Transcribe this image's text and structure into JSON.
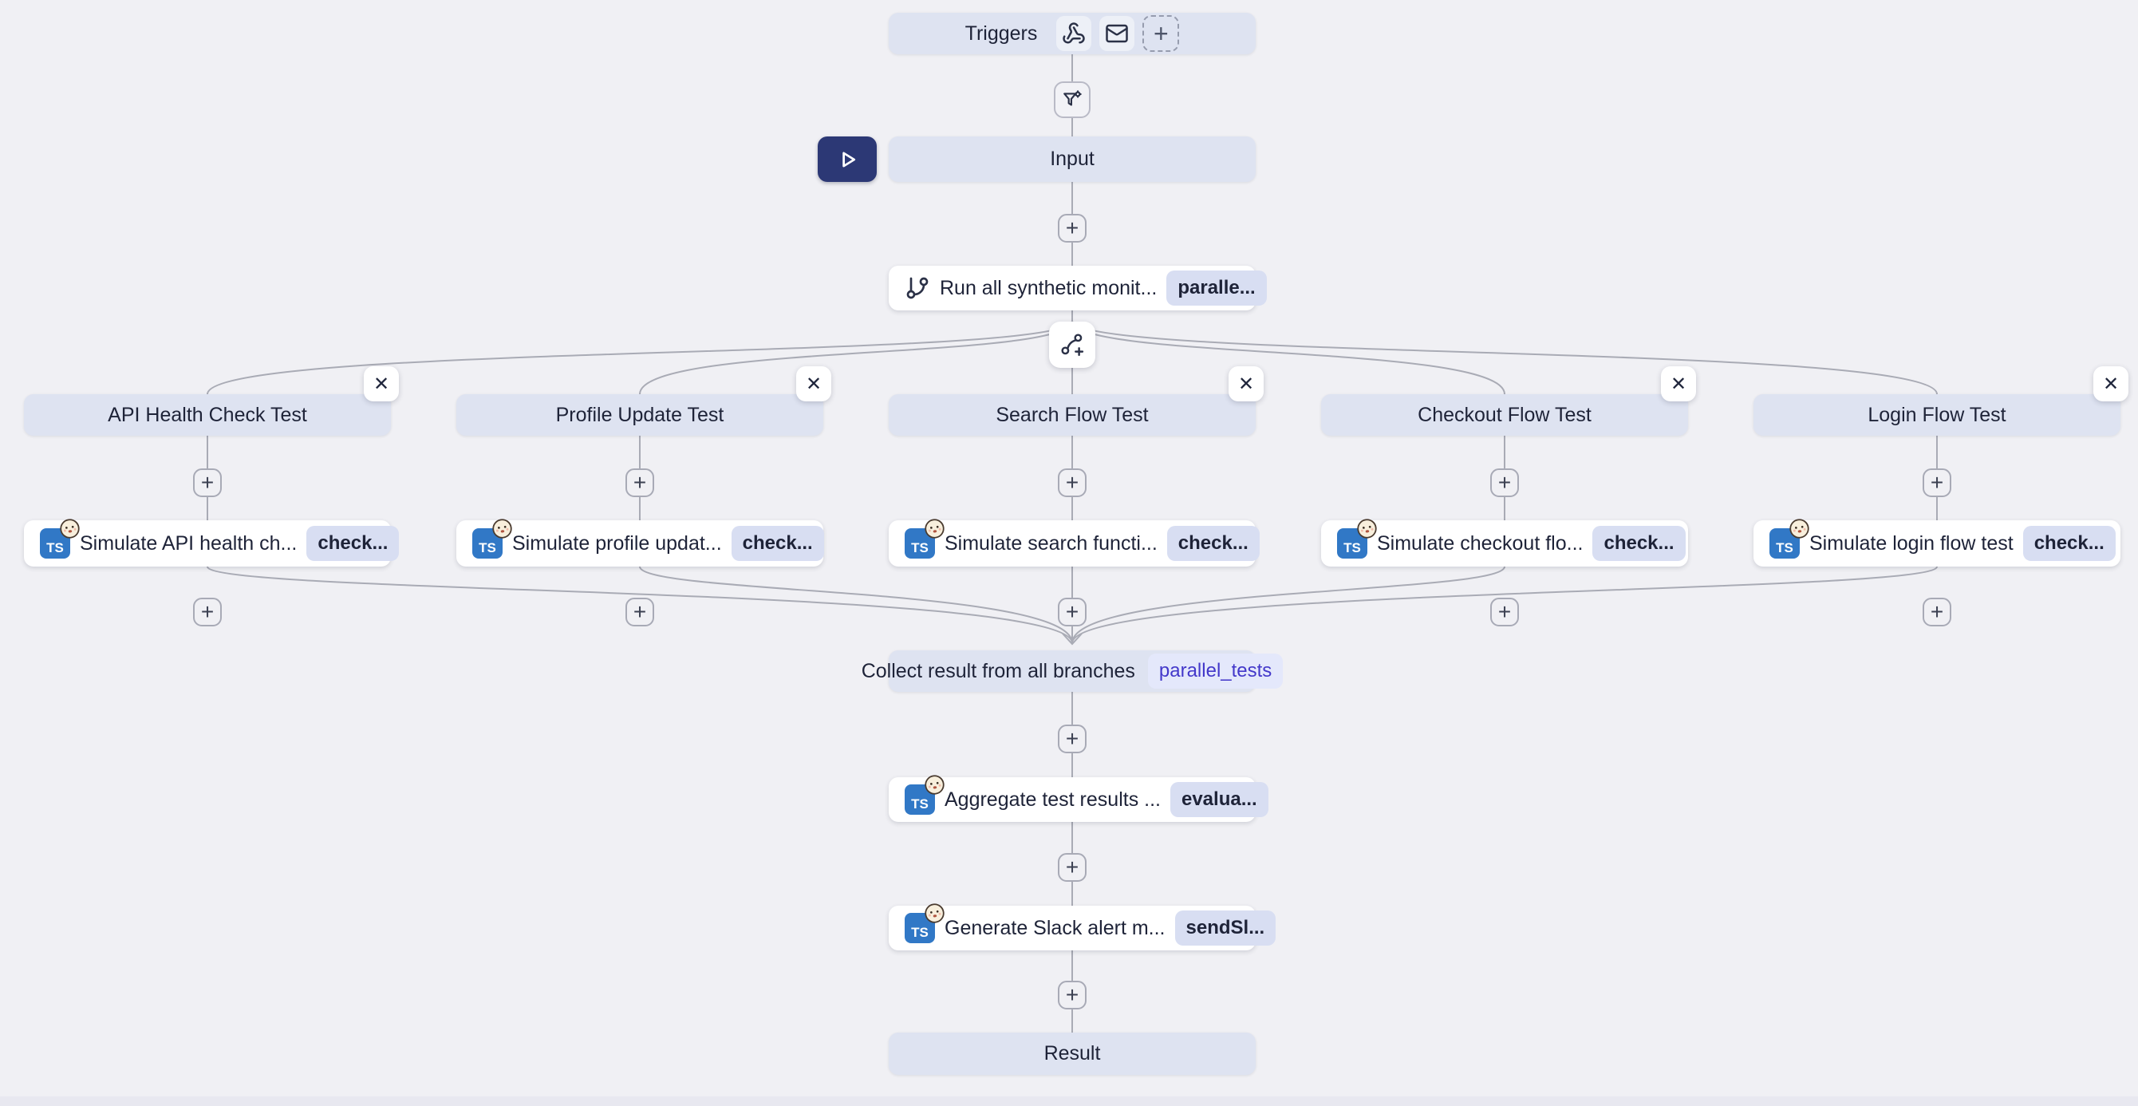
{
  "canvas": {
    "background": "#f0f0f4",
    "edge_color": "#a9abb5"
  },
  "colors": {
    "node_lavender": "#dee3f1",
    "node_white": "#ffffff",
    "badge_bg": "#d8def2",
    "badge_text": "#1e2338",
    "ref_badge_bg": "#e4e8fb",
    "ref_badge_text": "#4338ca",
    "play_button_bg": "#2c3875",
    "typescript_blue": "#3178c6"
  },
  "glyphs": {
    "plus": "+",
    "close": "✕",
    "ts_logo": "TS"
  },
  "triggers": {
    "label": "Triggers"
  },
  "input": {
    "label": "Input"
  },
  "run_all_step": {
    "label": "Run all synthetic monit...",
    "badge": "paralle..."
  },
  "branches": [
    {
      "title": "API Health Check Test",
      "step": {
        "label": "Simulate API health ch...",
        "badge": "check..."
      }
    },
    {
      "title": "Profile Update Test",
      "step": {
        "label": "Simulate profile updat...",
        "badge": "check..."
      }
    },
    {
      "title": "Search Flow Test",
      "step": {
        "label": "Simulate search functi...",
        "badge": "check..."
      }
    },
    {
      "title": "Checkout Flow Test",
      "step": {
        "label": "Simulate checkout flo...",
        "badge": "check..."
      }
    },
    {
      "title": "Login Flow Test",
      "step": {
        "label": "Simulate login flow test",
        "badge": "check..."
      }
    }
  ],
  "collect_step": {
    "label": "Collect result from all branches",
    "badge": "parallel_tests"
  },
  "aggregate_step": {
    "label": "Aggregate test results ...",
    "badge": "evalua..."
  },
  "slack_step": {
    "label": "Generate Slack alert m...",
    "badge": "sendSl..."
  },
  "result": {
    "label": "Result"
  }
}
